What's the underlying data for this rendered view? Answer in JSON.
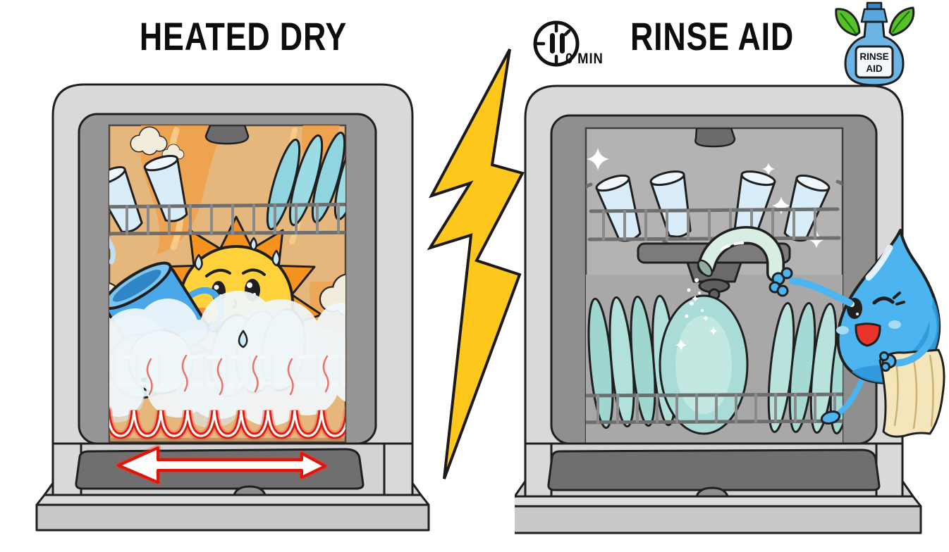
{
  "header": {
    "left_title": "HEATED DRY",
    "right_title": "RINSE AID",
    "timer_label": "0 MIN"
  },
  "bottle": {
    "label_line1": "RINSE",
    "label_line2": "AID"
  },
  "colors": {
    "bolt": "#fdc71c",
    "heating_coil": "#da1f12",
    "arrow_red": "#e01408",
    "sun_body": "#ffd23c",
    "sun_rays": "#f6921e",
    "left_interior": "#e5b77c",
    "right_interior": "#b3b3b3",
    "mug": "#4aa7e9",
    "drop_body": "#4cb4ee",
    "plates": "#a9dcd6",
    "glass": "#d8edf9",
    "towel": "#f4e6ba",
    "machine_body": "#d9d9d9",
    "leaf_green": "#57c227"
  }
}
